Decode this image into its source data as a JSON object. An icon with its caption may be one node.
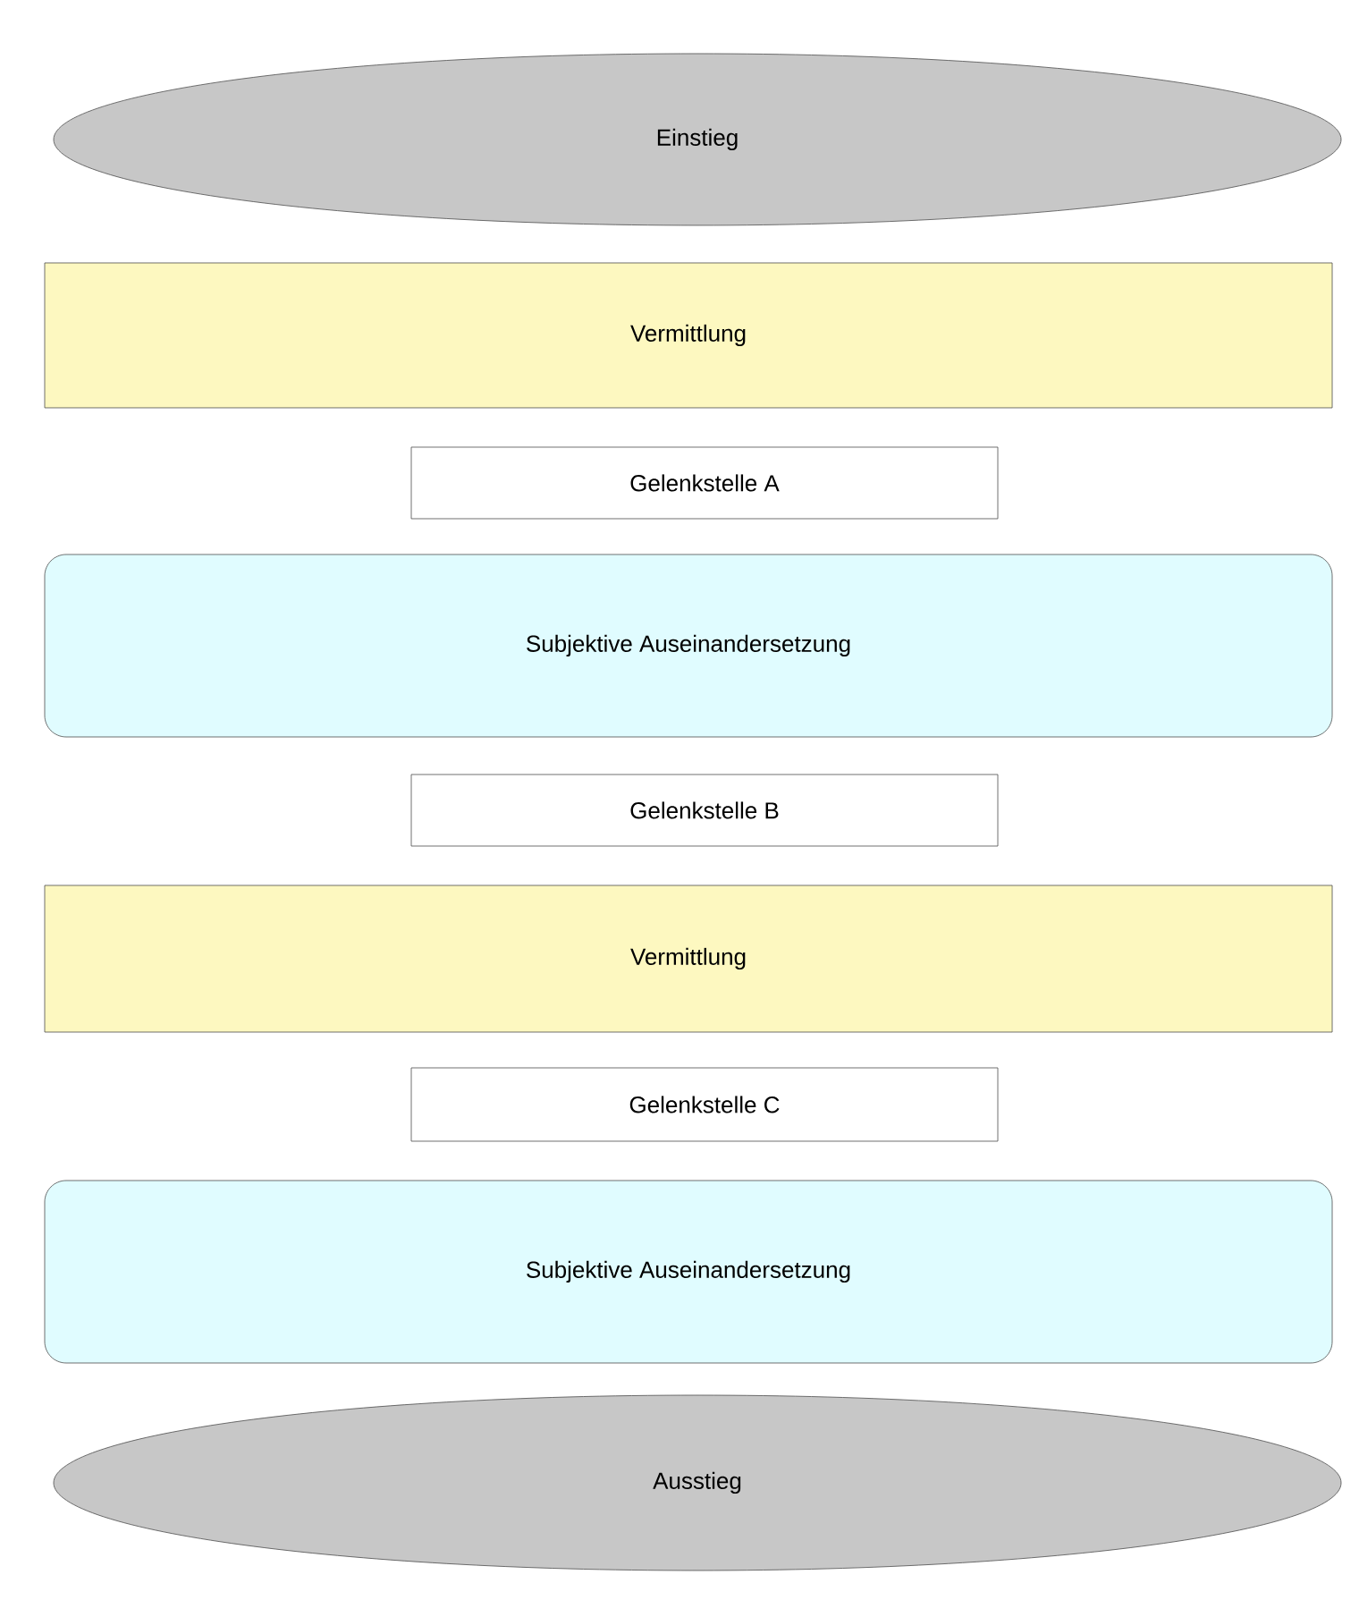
{
  "diagram": {
    "nodes": [
      {
        "text": [
          "Einstieg"
        ]
      },
      {
        "text": [
          "Vermittlung"
        ]
      },
      {
        "text": [
          "Gelenkstelle A"
        ]
      },
      {
        "text": [
          "Subjektive Auseinandersetzung"
        ]
      },
      {
        "text": [
          "Gelenkstelle B"
        ]
      },
      {
        "text": [
          "Vermittlung"
        ]
      },
      {
        "text": [
          "Gelenkstelle C"
        ]
      },
      {
        "text": [
          "Subjektive Auseinandersetzung"
        ]
      },
      {
        "text": [
          "Ausstieg"
        ]
      }
    ]
  }
}
